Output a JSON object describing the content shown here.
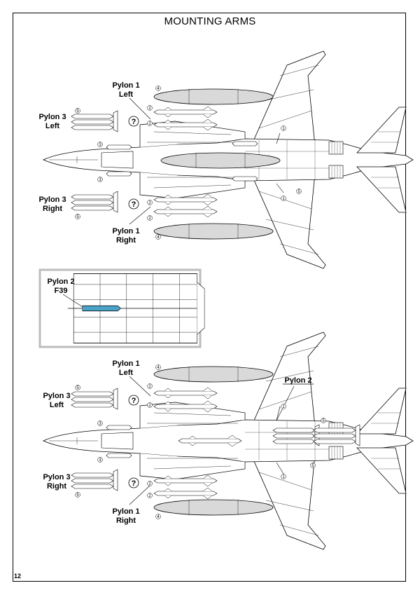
{
  "page": {
    "title": "MOUNTING ARMS",
    "number": "12"
  },
  "upper": {
    "pylon1_left": [
      "Pylon 1",
      "Left"
    ],
    "pylon3_left": [
      "Pylon 3",
      "Left"
    ],
    "pylon3_right": [
      "Pylon 3",
      "Right"
    ],
    "pylon1_right": [
      "Pylon 1",
      "Right"
    ]
  },
  "inset": {
    "pylon2": [
      "Pylon 2",
      "F39"
    ]
  },
  "lower": {
    "pylon1_left": [
      "Pylon 1",
      "Left"
    ],
    "pylon2": "Pylon 2",
    "pylon3_left": [
      "Pylon 3",
      "Left"
    ],
    "pylon3_right": [
      "Pylon 3",
      "Right"
    ],
    "pylon1_right": [
      "Pylon 1",
      "Right"
    ]
  },
  "callouts": {
    "one": "1",
    "two": "2",
    "three": "3",
    "four": "4",
    "five": "5",
    "question": "?"
  },
  "colors": {
    "line": "#000000",
    "tank_fill": "#d9d9d9",
    "inset_border": "#bdbdbd",
    "highlight": "#4aa3c8"
  }
}
